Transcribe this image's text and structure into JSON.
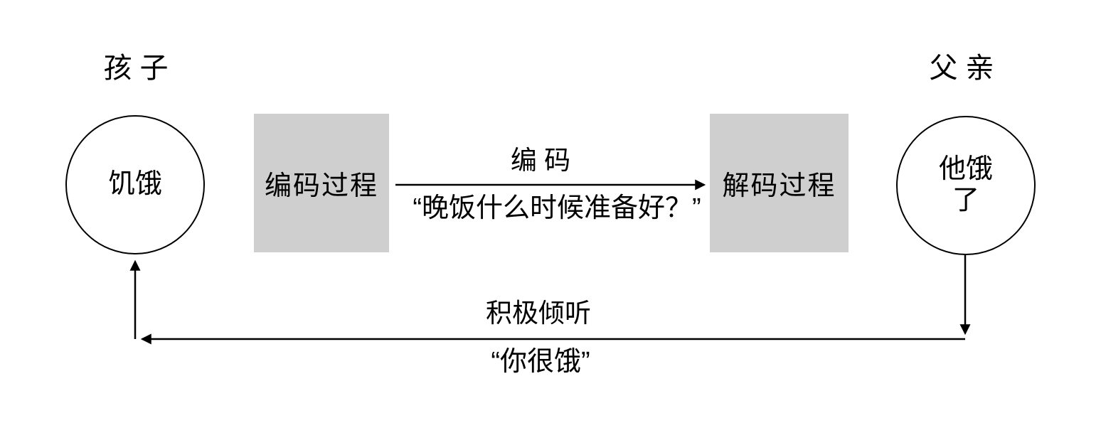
{
  "diagram": {
    "sender_title": "孩 子",
    "receiver_title": "父 亲",
    "sender_state": "饥饿",
    "receiver_state_line1": "他饿",
    "receiver_state_line2": "了",
    "encode_box_label": "编码过程",
    "decode_box_label": "解码过程",
    "message_arrow_label": "编 码",
    "message_quote": "“晚饭什么时候准备好？”",
    "feedback_label": "积极倾听",
    "feedback_quote": "“你很饿”",
    "colors": {
      "box_fill": "#d0cfcf",
      "line": "#000000",
      "text": "#000000",
      "background": "#ffffff"
    }
  }
}
